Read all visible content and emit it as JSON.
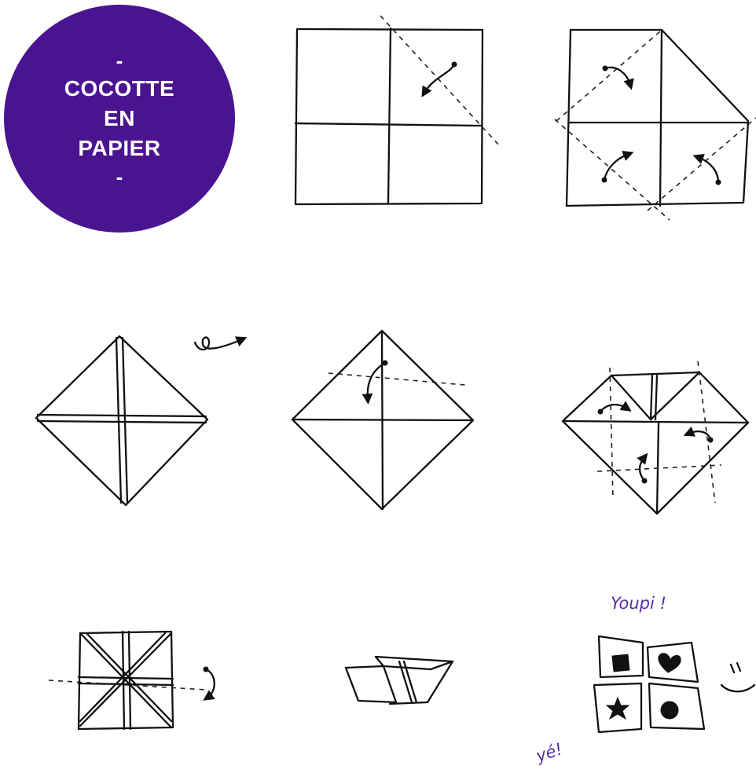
{
  "title": {
    "dash_top": "-",
    "line1": "COCOTTE",
    "line2": "EN",
    "line3": "PAPIER",
    "dash_bottom": "-",
    "color": "#4a1491"
  },
  "annotations": {
    "youpi": "Youpi !",
    "ye": "yé!",
    "quote_marks": "\""
  },
  "steps": [
    {
      "id": 1,
      "icon": "square-quartered-fold-icon"
    },
    {
      "id": 2,
      "icon": "square-corner-fold-icon"
    },
    {
      "id": 3,
      "icon": "diamond-flip-icon"
    },
    {
      "id": 4,
      "icon": "diamond-fold-top-icon"
    },
    {
      "id": 5,
      "icon": "diamond-fold-corners-icon"
    },
    {
      "id": 6,
      "icon": "square-fold-in-half-icon"
    },
    {
      "id": 7,
      "icon": "folded-strip-icon"
    },
    {
      "id": 8,
      "icon": "finished-cocotte-icon"
    }
  ]
}
